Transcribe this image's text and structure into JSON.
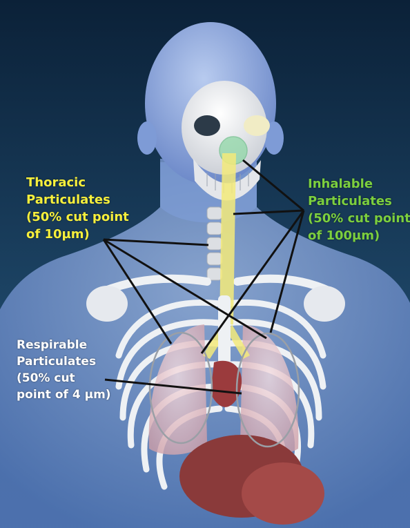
{
  "labels": {
    "thoracic": [
      "Thoracic",
      "Particulates",
      "(50% cut point",
      "of 10µm)"
    ],
    "inhalable": [
      "Inhalable",
      "Particulates",
      "(50% cut point",
      "of 100µm)"
    ],
    "respirable": [
      "Respirable",
      "Particulates",
      "(50% cut",
      "point of 4 µm)"
    ]
  },
  "colors": {
    "background_top": "#0b2138",
    "background_bottom": "#2e5d7f",
    "body": "#6f93cf",
    "bone": "#eef1f4",
    "thoracic_text": "#f6ef3c",
    "inhalable_text": "#7ccf3e",
    "respirable_text": "#ffffff",
    "airway": "#f3ea7a",
    "nasal_region": "#8fd7a6",
    "lung": "#e7c6cc",
    "organ": "#9b3b3d"
  }
}
